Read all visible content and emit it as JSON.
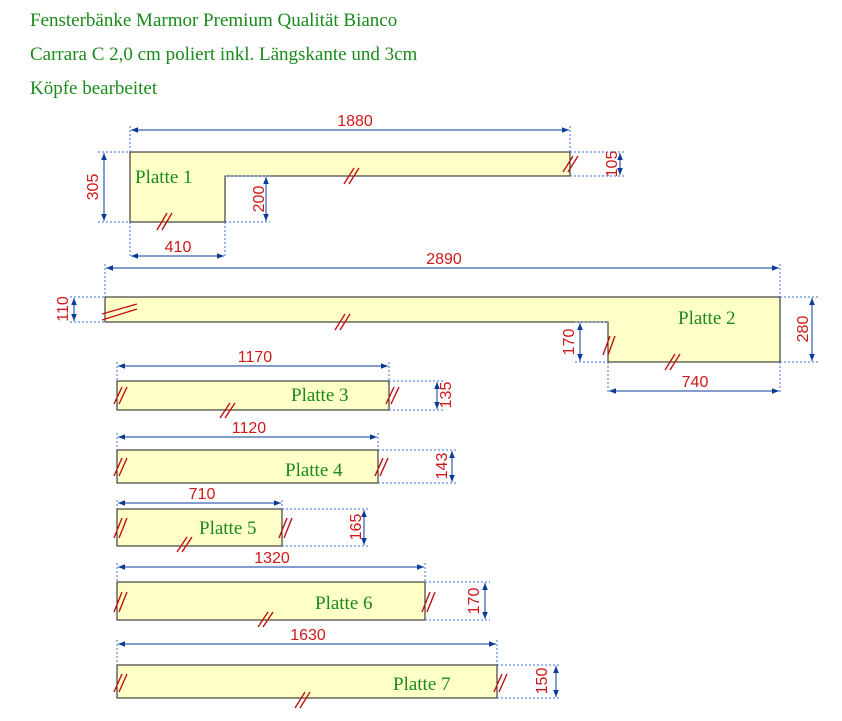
{
  "header": {
    "lines": [
      "Fensterbänke Marmor Premium Qualität Bianco",
      "Carrara C 2,0 cm poliert inkl. Längskante und 3cm",
      "Köpfe bearbeitet"
    ]
  },
  "plates": [
    {
      "label": "Platte 1",
      "dims": [
        "1880",
        "105",
        "305",
        "200",
        "410"
      ]
    },
    {
      "label": "Platte 2",
      "dims": [
        "2890",
        "110",
        "280",
        "170",
        "740"
      ]
    },
    {
      "label": "Platte 3",
      "dims": [
        "1170",
        "135"
      ]
    },
    {
      "label": "Platte 4",
      "dims": [
        "1120",
        "143"
      ]
    },
    {
      "label": "Platte 5",
      "dims": [
        "710",
        "165"
      ]
    },
    {
      "label": "Platte 6",
      "dims": [
        "1320",
        "170"
      ]
    },
    {
      "label": "Platte 7",
      "dims": [
        "1630",
        "150"
      ]
    }
  ],
  "colors": {
    "slab_fill": "#ffffc8",
    "dimension_line": "#0a3a9a",
    "dimension_text": "#d01818",
    "label_text": "#1a8a1a",
    "edge_mark": "#c01010"
  }
}
